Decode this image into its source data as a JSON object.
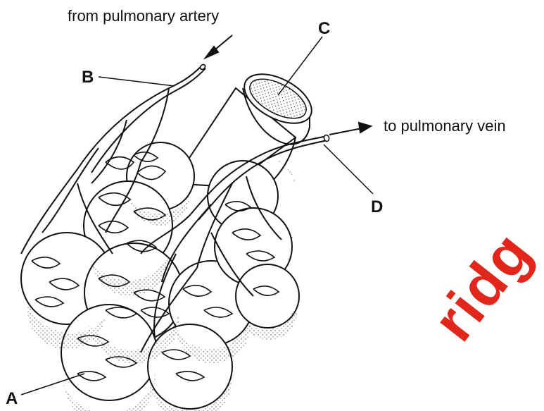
{
  "labels": {
    "from_artery": "from pulmonary artery",
    "to_vein": "to pulmonary vein",
    "A": "A",
    "B": "B",
    "C": "C",
    "D": "D"
  },
  "watermark": {
    "text": "ridg",
    "color": "#e1261c"
  },
  "colors": {
    "line": "#111111",
    "background": "#ffffff"
  }
}
